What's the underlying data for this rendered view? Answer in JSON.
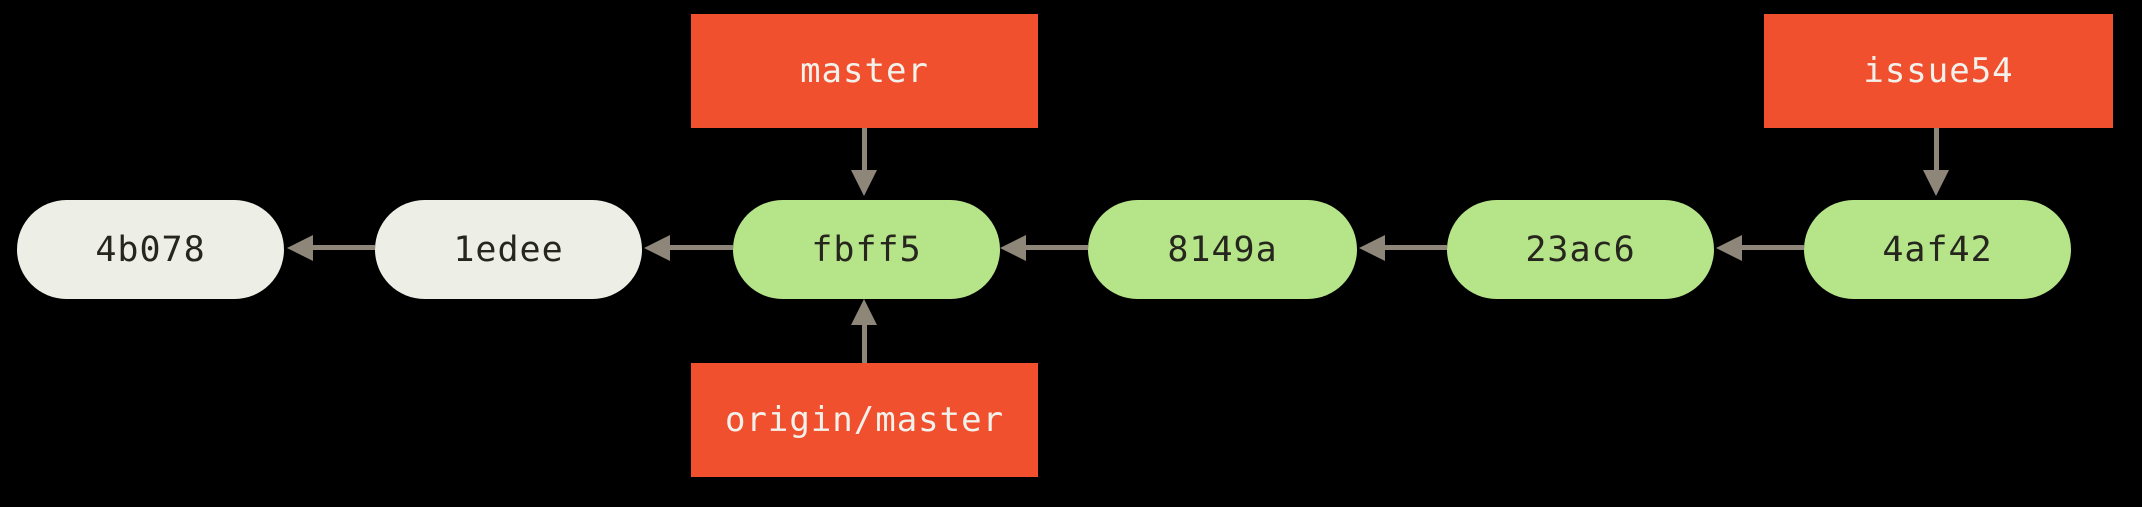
{
  "diagram": {
    "type": "git-commit-graph",
    "commits": [
      {
        "id": "4b078",
        "style": "muted"
      },
      {
        "id": "1edee",
        "style": "muted"
      },
      {
        "id": "fbff5",
        "style": "highlight"
      },
      {
        "id": "8149a",
        "style": "highlight"
      },
      {
        "id": "23ac6",
        "style": "highlight"
      },
      {
        "id": "4af42",
        "style": "highlight"
      }
    ],
    "parent_edges": [
      {
        "from": "1edee",
        "to": "4b078"
      },
      {
        "from": "fbff5",
        "to": "1edee"
      },
      {
        "from": "8149a",
        "to": "fbff5"
      },
      {
        "from": "23ac6",
        "to": "8149a"
      },
      {
        "from": "4af42",
        "to": "23ac6"
      }
    ],
    "branch_labels": [
      {
        "name": "master",
        "points_to": "fbff5",
        "position": "above"
      },
      {
        "name": "origin/master",
        "points_to": "fbff5",
        "position": "below"
      },
      {
        "name": "issue54",
        "points_to": "4af42",
        "position": "above"
      }
    ],
    "colors": {
      "background": "#000000",
      "branch_label_fill": "#F1502E",
      "branch_label_text": "#F2F1EC",
      "commit_muted_fill": "#EDEEE6",
      "commit_highlight_fill": "#B5E489",
      "commit_text": "#26261E",
      "arrow": "#8E8779"
    }
  }
}
